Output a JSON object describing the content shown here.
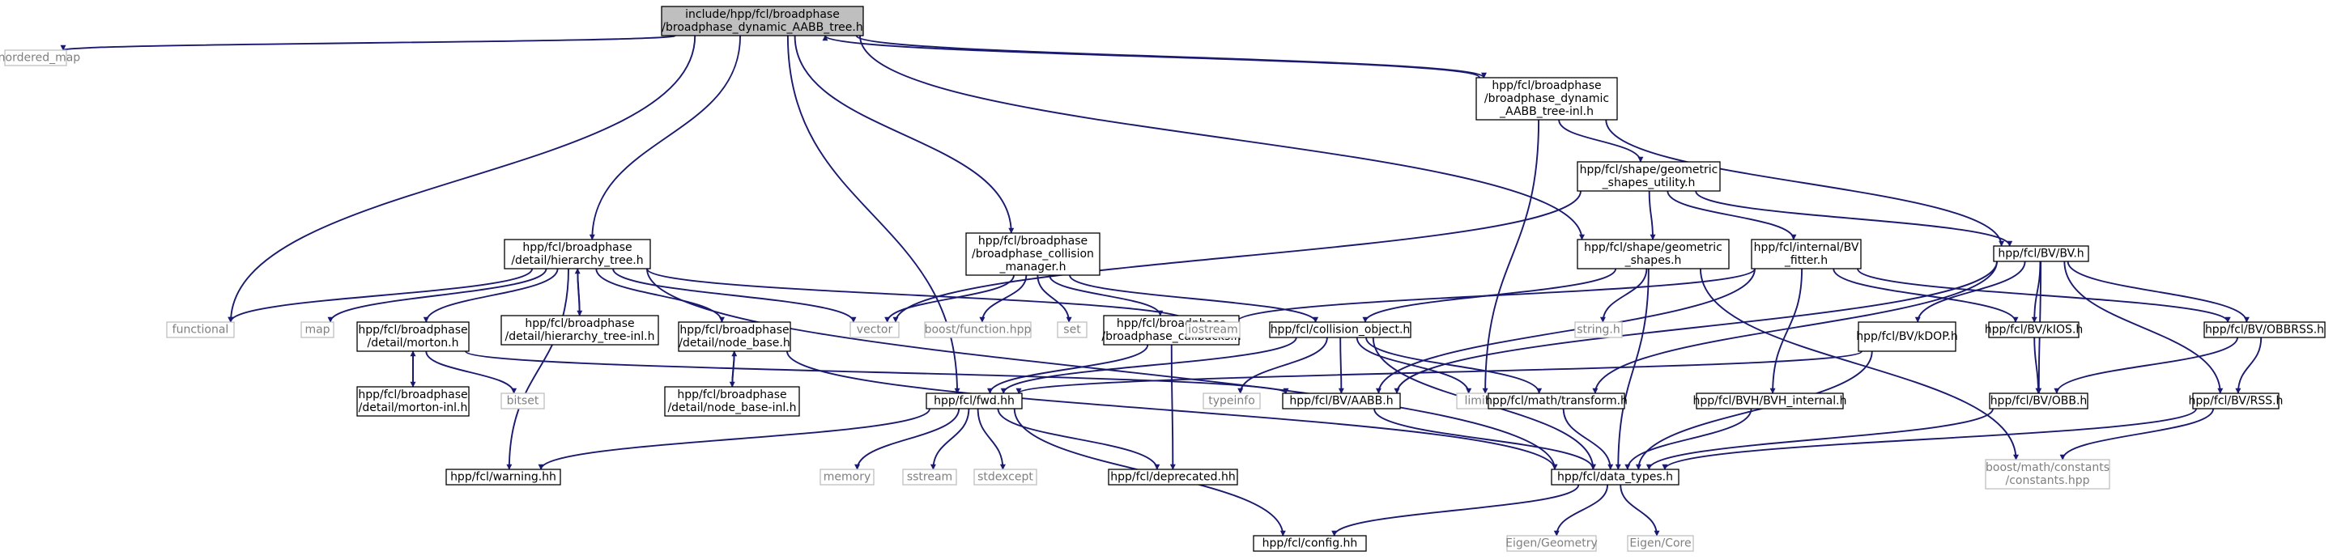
{
  "colors": {
    "edge": "#191970",
    "internal_border": "#000000",
    "external_border": "#bfbfbf",
    "root_fill": "#bfbfbf",
    "external_text": "#7f7f7f"
  },
  "nodes": [
    {
      "id": "root",
      "lines": [
        "include/hpp/fcl/broadphase",
        "/broadphase_dynamic_AABB_tree.h"
      ],
      "kind": "root"
    },
    {
      "id": "unordered_map",
      "lines": [
        "unordered_map"
      ],
      "kind": "external"
    },
    {
      "id": "functional",
      "lines": [
        "functional"
      ],
      "kind": "external"
    },
    {
      "id": "hierarchy_tree",
      "lines": [
        "hpp/fcl/broadphase",
        "/detail/hierarchy_tree.h"
      ],
      "kind": "internal"
    },
    {
      "id": "collision_manager",
      "lines": [
        "hpp/fcl/broadphase",
        "/broadphase_collision",
        "_manager.h"
      ],
      "kind": "internal"
    },
    {
      "id": "geometric_shapes",
      "lines": [
        "hpp/fcl/shape/geometric",
        "_shapes.h"
      ],
      "kind": "internal"
    },
    {
      "id": "dynamic_inl",
      "lines": [
        "hpp/fcl/broadphase",
        "/broadphase_dynamic",
        "_AABB_tree-inl.h"
      ],
      "kind": "internal"
    },
    {
      "id": "shapes_utility",
      "lines": [
        "hpp/fcl/shape/geometric",
        "_shapes_utility.h"
      ],
      "kind": "internal"
    },
    {
      "id": "bv_fitter",
      "lines": [
        "hpp/fcl/internal/BV",
        "_fitter.h"
      ],
      "kind": "internal"
    },
    {
      "id": "bv",
      "lines": [
        "hpp/fcl/BV/BV.h"
      ],
      "kind": "internal"
    },
    {
      "id": "map",
      "lines": [
        "map"
      ],
      "kind": "external"
    },
    {
      "id": "morton",
      "lines": [
        "hpp/fcl/broadphase",
        "/detail/morton.h"
      ],
      "kind": "internal"
    },
    {
      "id": "hierarchy_inl",
      "lines": [
        "hpp/fcl/broadphase",
        "/detail/hierarchy_tree-inl.h"
      ],
      "kind": "internal"
    },
    {
      "id": "node_base",
      "lines": [
        "hpp/fcl/broadphase",
        "/detail/node_base.h"
      ],
      "kind": "internal"
    },
    {
      "id": "vector",
      "lines": [
        "vector"
      ],
      "kind": "external"
    },
    {
      "id": "boost_function",
      "lines": [
        "boost/function.hpp"
      ],
      "kind": "external"
    },
    {
      "id": "set",
      "lines": [
        "set"
      ],
      "kind": "external"
    },
    {
      "id": "callbacks",
      "lines": [
        "hpp/fcl/broadphase",
        "/broadphase_callbacks.h"
      ],
      "kind": "internal"
    },
    {
      "id": "iostream",
      "lines": [
        "iostream"
      ],
      "kind": "external"
    },
    {
      "id": "collision_object",
      "lines": [
        "hpp/fcl/collision_object.h"
      ],
      "kind": "internal"
    },
    {
      "id": "string",
      "lines": [
        "string.h"
      ],
      "kind": "external"
    },
    {
      "id": "kdop",
      "lines": [
        "hpp/fcl/BV/kDOP.h"
      ],
      "kind": "internal"
    },
    {
      "id": "kios",
      "lines": [
        "hpp/fcl/BV/kIOS.h"
      ],
      "kind": "internal"
    },
    {
      "id": "obbrss",
      "lines": [
        "hpp/fcl/BV/OBBRSS.h"
      ],
      "kind": "internal"
    },
    {
      "id": "morton_inl",
      "lines": [
        "hpp/fcl/broadphase",
        "/detail/morton-inl.h"
      ],
      "kind": "internal"
    },
    {
      "id": "bitset",
      "lines": [
        "bitset"
      ],
      "kind": "external"
    },
    {
      "id": "node_base_inl",
      "lines": [
        "hpp/fcl/broadphase",
        "/detail/node_base-inl.h"
      ],
      "kind": "internal"
    },
    {
      "id": "fwd",
      "lines": [
        "hpp/fcl/fwd.hh"
      ],
      "kind": "internal"
    },
    {
      "id": "typeinfo",
      "lines": [
        "typeinfo"
      ],
      "kind": "external"
    },
    {
      "id": "aabb",
      "lines": [
        "hpp/fcl/BV/AABB.h"
      ],
      "kind": "internal"
    },
    {
      "id": "limits",
      "lines": [
        "limits"
      ],
      "kind": "external"
    },
    {
      "id": "transform",
      "lines": [
        "hpp/fcl/math/transform.h"
      ],
      "kind": "internal"
    },
    {
      "id": "bvh_internal",
      "lines": [
        "hpp/fcl/BVH/BVH_internal.h"
      ],
      "kind": "internal"
    },
    {
      "id": "obb",
      "lines": [
        "hpp/fcl/BV/OBB.h"
      ],
      "kind": "internal"
    },
    {
      "id": "rss",
      "lines": [
        "hpp/fcl/BV/RSS.h"
      ],
      "kind": "internal"
    },
    {
      "id": "warning",
      "lines": [
        "hpp/fcl/warning.hh"
      ],
      "kind": "internal"
    },
    {
      "id": "memory",
      "lines": [
        "memory"
      ],
      "kind": "external"
    },
    {
      "id": "sstream",
      "lines": [
        "sstream"
      ],
      "kind": "external"
    },
    {
      "id": "stdexcept",
      "lines": [
        "stdexcept"
      ],
      "kind": "external"
    },
    {
      "id": "deprecated",
      "lines": [
        "hpp/fcl/deprecated.hh"
      ],
      "kind": "internal"
    },
    {
      "id": "data_types",
      "lines": [
        "hpp/fcl/data_types.h"
      ],
      "kind": "internal"
    },
    {
      "id": "boost_constants",
      "lines": [
        "boost/math/constants",
        "/constants.hpp"
      ],
      "kind": "external"
    },
    {
      "id": "eigen_geometry",
      "lines": [
        "Eigen/Geometry"
      ],
      "kind": "external"
    },
    {
      "id": "eigen_core",
      "lines": [
        "Eigen/Core"
      ],
      "kind": "external"
    },
    {
      "id": "config",
      "lines": [
        "hpp/fcl/config.hh"
      ],
      "kind": "internal"
    }
  ],
  "edges": [
    [
      "root",
      "unordered_map"
    ],
    [
      "root",
      "functional"
    ],
    [
      "root",
      "hierarchy_tree"
    ],
    [
      "root",
      "collision_manager"
    ],
    [
      "root",
      "geometric_shapes"
    ],
    [
      "root",
      "dynamic_inl"
    ],
    [
      "root",
      "fwd"
    ],
    [
      "dynamic_inl",
      "root"
    ],
    [
      "dynamic_inl",
      "shapes_utility"
    ],
    [
      "dynamic_inl",
      "bv"
    ],
    [
      "dynamic_inl",
      "limits"
    ],
    [
      "shapes_utility",
      "geometric_shapes"
    ],
    [
      "shapes_utility",
      "bv_fitter"
    ],
    [
      "shapes_utility",
      "bv"
    ],
    [
      "shapes_utility",
      "vector"
    ],
    [
      "hierarchy_tree",
      "functional"
    ],
    [
      "hierarchy_tree",
      "map"
    ],
    [
      "hierarchy_tree",
      "morton"
    ],
    [
      "hierarchy_tree",
      "hierarchy_inl"
    ],
    [
      "hierarchy_tree",
      "node_base"
    ],
    [
      "hierarchy_tree",
      "vector"
    ],
    [
      "hierarchy_tree",
      "iostream"
    ],
    [
      "hierarchy_tree",
      "warning"
    ],
    [
      "hierarchy_tree",
      "data_types"
    ],
    [
      "hierarchy_inl",
      "hierarchy_tree"
    ],
    [
      "morton",
      "morton_inl"
    ],
    [
      "morton",
      "bitset"
    ],
    [
      "morton",
      "aabb"
    ],
    [
      "morton_inl",
      "morton"
    ],
    [
      "node_base",
      "node_base_inl"
    ],
    [
      "node_base",
      "data_types"
    ],
    [
      "node_base_inl",
      "node_base"
    ],
    [
      "collision_manager",
      "vector"
    ],
    [
      "collision_manager",
      "boost_function"
    ],
    [
      "collision_manager",
      "set"
    ],
    [
      "collision_manager",
      "callbacks"
    ],
    [
      "collision_manager",
      "collision_object"
    ],
    [
      "callbacks",
      "fwd"
    ],
    [
      "callbacks",
      "deprecated"
    ],
    [
      "geometric_shapes",
      "collision_object"
    ],
    [
      "geometric_shapes",
      "string"
    ],
    [
      "geometric_shapes",
      "data_types"
    ],
    [
      "geometric_shapes",
      "boost_constants"
    ],
    [
      "collision_object",
      "fwd"
    ],
    [
      "collision_object",
      "typeinfo"
    ],
    [
      "collision_object",
      "aabb"
    ],
    [
      "collision_object",
      "limits"
    ],
    [
      "collision_object",
      "transform"
    ],
    [
      "collision_object",
      "data_types"
    ],
    [
      "bv_fitter",
      "iostream"
    ],
    [
      "bv_fitter",
      "aabb"
    ],
    [
      "bv_fitter",
      "bvh_internal"
    ],
    [
      "bv_fitter",
      "kios"
    ],
    [
      "bv_fitter",
      "obbrss"
    ],
    [
      "bv",
      "aabb"
    ],
    [
      "bv",
      "kdop"
    ],
    [
      "bv",
      "kios"
    ],
    [
      "bv",
      "obbrss"
    ],
    [
      "bv",
      "obb"
    ],
    [
      "bv",
      "rss"
    ],
    [
      "bv",
      "transform"
    ],
    [
      "kdop",
      "fwd"
    ],
    [
      "kdop",
      "data_types"
    ],
    [
      "kios",
      "obb"
    ],
    [
      "obbrss",
      "obb"
    ],
    [
      "obbrss",
      "rss"
    ],
    [
      "obb",
      "data_types"
    ],
    [
      "rss",
      "data_types"
    ],
    [
      "rss",
      "boost_constants"
    ],
    [
      "aabb",
      "data_types"
    ],
    [
      "transform",
      "data_types"
    ],
    [
      "bvh_internal",
      "data_types"
    ],
    [
      "fwd",
      "warning"
    ],
    [
      "fwd",
      "memory"
    ],
    [
      "fwd",
      "sstream"
    ],
    [
      "fwd",
      "stdexcept"
    ],
    [
      "fwd",
      "deprecated"
    ],
    [
      "fwd",
      "config"
    ],
    [
      "data_types",
      "eigen_geometry"
    ],
    [
      "data_types",
      "eigen_core"
    ],
    [
      "data_types",
      "config"
    ]
  ]
}
